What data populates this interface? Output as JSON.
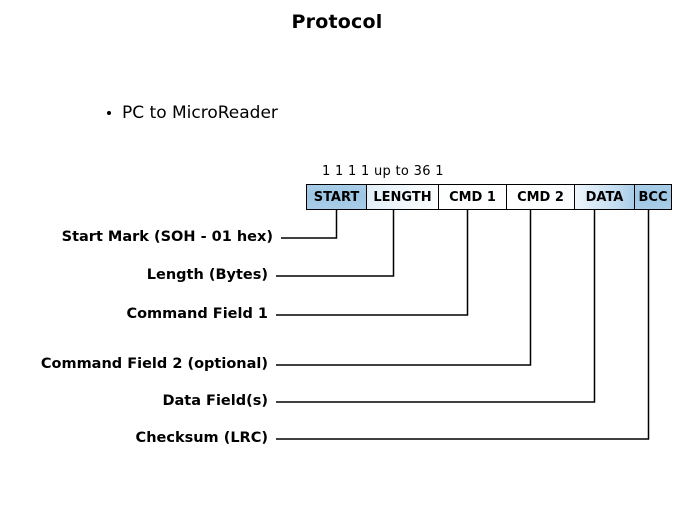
{
  "slide": {
    "title": "Protocol"
  },
  "bullets": [
    {
      "text": "PC to MicroReader",
      "marker": "bullet-dot"
    }
  ],
  "frame": {
    "byte_counts_caption": "1 1 1 1 up to 36 1",
    "byte_counts": [
      "1",
      "1",
      "1",
      "1",
      "up to 36",
      "1"
    ],
    "fields": [
      {
        "label": "START",
        "bytes": "1",
        "fill": "#a9cde8"
      },
      {
        "label": "LENGTH",
        "bytes": "1",
        "fill": "#eef5fb"
      },
      {
        "label": "CMD 1",
        "bytes": "1",
        "fill": "#ffffff"
      },
      {
        "label": "CMD 2",
        "bytes": "1",
        "fill": "#ffffff"
      },
      {
        "label": "DATA",
        "bytes": "up to 36",
        "fill": "#c3dcf0"
      },
      {
        "label": "BCC",
        "bytes": "1",
        "fill": "#a9cde8"
      }
    ]
  },
  "callouts": [
    {
      "label": "Start Mark (SOH - 01 hex)",
      "field": "START"
    },
    {
      "label": "Length (Bytes)",
      "field": "LENGTH"
    },
    {
      "label": "Command Field 1",
      "field": "CMD 1"
    },
    {
      "label": "Command Field  2 (optional)",
      "field": "CMD 2"
    },
    {
      "label": "Data Field(s)",
      "field": "DATA"
    },
    {
      "label": "Checksum  (LRC)",
      "field": "BCC"
    }
  ],
  "colors": {
    "accent_blue": "#a9cde8",
    "outline": "#000000",
    "background": "#ffffff",
    "text": "#000000"
  }
}
